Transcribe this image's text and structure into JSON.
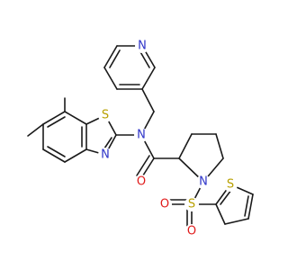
{
  "molecule": {
    "atoms": {
      "n_amide": {
        "symbol": "N",
        "color": "#2e34c8"
      },
      "n_thiazole": {
        "symbol": "N",
        "color": "#2e34c8"
      },
      "s_thiazole": {
        "symbol": "S",
        "color": "#b8a000"
      },
      "n_pyridine": {
        "symbol": "N",
        "color": "#2e34c8"
      },
      "o_amide": {
        "symbol": "O",
        "color": "#e01a1a"
      },
      "n_pyrrolidine": {
        "symbol": "N",
        "color": "#2e34c8"
      },
      "s_sulfonyl": {
        "symbol": "S",
        "color": "#b8a000"
      },
      "o_sulfonyl_left": {
        "symbol": "O",
        "color": "#e01a1a"
      },
      "o_sulfonyl_bottom": {
        "symbol": "O",
        "color": "#e01a1a"
      },
      "s_thiophene": {
        "symbol": "S",
        "color": "#b8a000"
      }
    },
    "colors": {
      "bond": "#1a1a1a",
      "background": "#ffffff"
    }
  }
}
